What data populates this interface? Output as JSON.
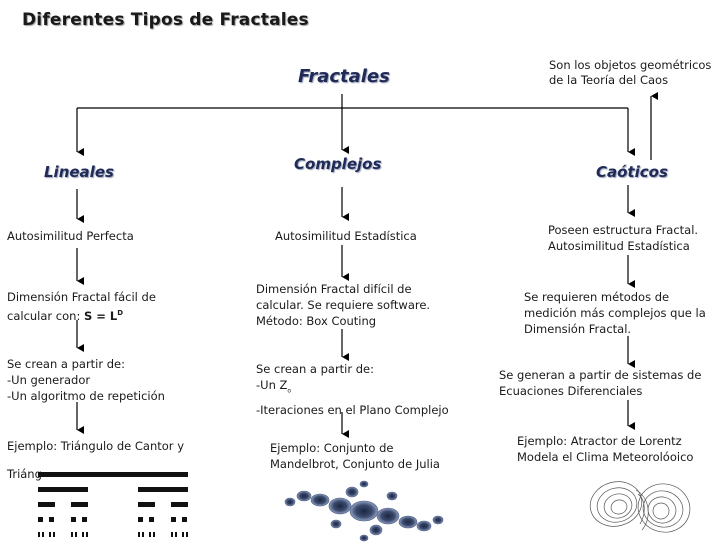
{
  "title": "Diferentes Tipos de Fractales",
  "root": "Fractales",
  "root_note": [
    "Son los objetos geométricos",
    "de la Teoría del Caos"
  ],
  "columns": [
    {
      "heading": "Lineales",
      "items": [
        [
          "Autosimilitud Perfecta"
        ],
        [
          "Dimensión Fractal fácil de",
          "calcular con: "
        ],
        [
          "Se crean a partir de:",
          "-Un generador",
          "-Un algoritmo de repetición"
        ],
        [
          "Ejemplo: Triángulo de Cantor y",
          "Triáng"
        ]
      ],
      "formula": "S = L",
      "formula_sup": "D"
    },
    {
      "heading": "Complejos",
      "items": [
        [
          "Autosimilitud Estadística"
        ],
        [
          "Dimensión Fractal difícil de",
          "calcular. Se requiere software.",
          "Método: Box Couting"
        ],
        [
          "Se crean a partir de:",
          "-Un Z",
          "-Iteraciones en el Plano Complejo"
        ],
        [
          "Ejemplo: Conjunto de",
          "Mandelbrot, Conjunto de Julia"
        ]
      ],
      "z_sub": "o"
    },
    {
      "heading": "Caóticos",
      "items": [
        [
          "Poseen estructura Fractal.",
          "Autosimilitud Estadística"
        ],
        [
          "Se requieren métodos de",
          "medición más complejos que la",
          "Dimensión Fractal."
        ],
        [
          "Se generan a partir de sistemas de",
          "Ecuaciones Diferenciales"
        ],
        [
          "Ejemplo: Atractor de Lorentz",
          "Modela el Clima Meteorolóoico"
        ]
      ]
    }
  ]
}
